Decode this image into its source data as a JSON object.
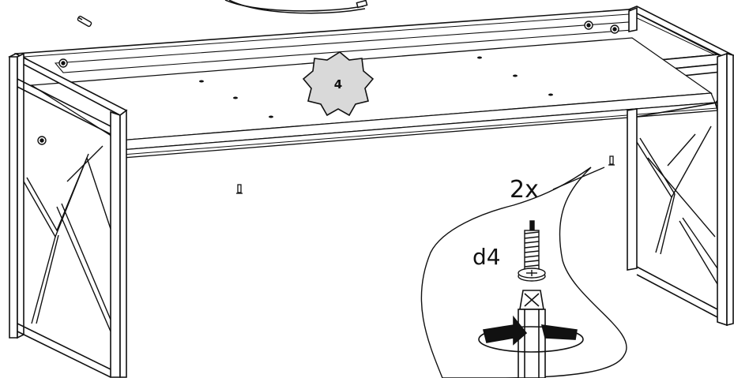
{
  "step": {
    "number": "4"
  },
  "callout": {
    "quantity": "2x",
    "screw_size": "d4"
  },
  "icons": {
    "step_badge": "starburst-badge",
    "screw": "wood-screw",
    "screwdriver": "screwdriver-bit",
    "rotation": "clockwise-arrow"
  },
  "colors": {
    "line": "#111111",
    "badge_fill": "#d9d9d9",
    "panel_tint": "#f7f7f7"
  }
}
